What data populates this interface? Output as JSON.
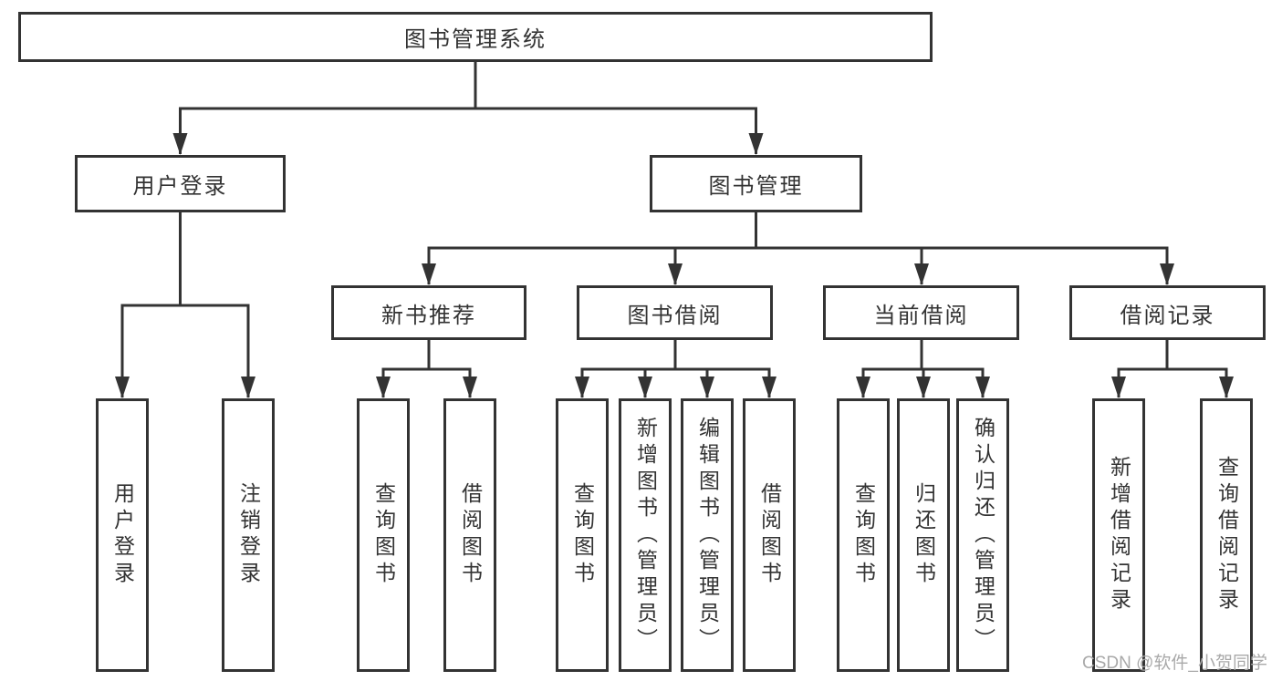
{
  "tree": {
    "label": "图书管理系统",
    "children": [
      {
        "label": "用户登录",
        "children": [
          {
            "label": "用户登录"
          },
          {
            "label": "注销登录"
          }
        ]
      },
      {
        "label": "图书管理",
        "children": [
          {
            "label": "新书推荐",
            "children": [
              {
                "label": "查询图书"
              },
              {
                "label": "借阅图书"
              }
            ]
          },
          {
            "label": "图书借阅",
            "children": [
              {
                "label": "查询图书"
              },
              {
                "label": "新增图书（管理员）"
              },
              {
                "label": "编辑图书（管理员）"
              },
              {
                "label": "借阅图书"
              }
            ]
          },
          {
            "label": "当前借阅",
            "children": [
              {
                "label": "查询图书"
              },
              {
                "label": "归还图书"
              },
              {
                "label": "确认归还（管理员）"
              }
            ]
          },
          {
            "label": "借阅记录",
            "children": [
              {
                "label": "新增借阅记录"
              },
              {
                "label": "查询借阅记录"
              }
            ]
          }
        ]
      }
    ]
  },
  "watermark": "CSDN @软件_小贺同学",
  "colors": {
    "line": "#333333",
    "text": "#333333",
    "watermark_text": "#a9a9a9",
    "background": "#ffffff"
  }
}
